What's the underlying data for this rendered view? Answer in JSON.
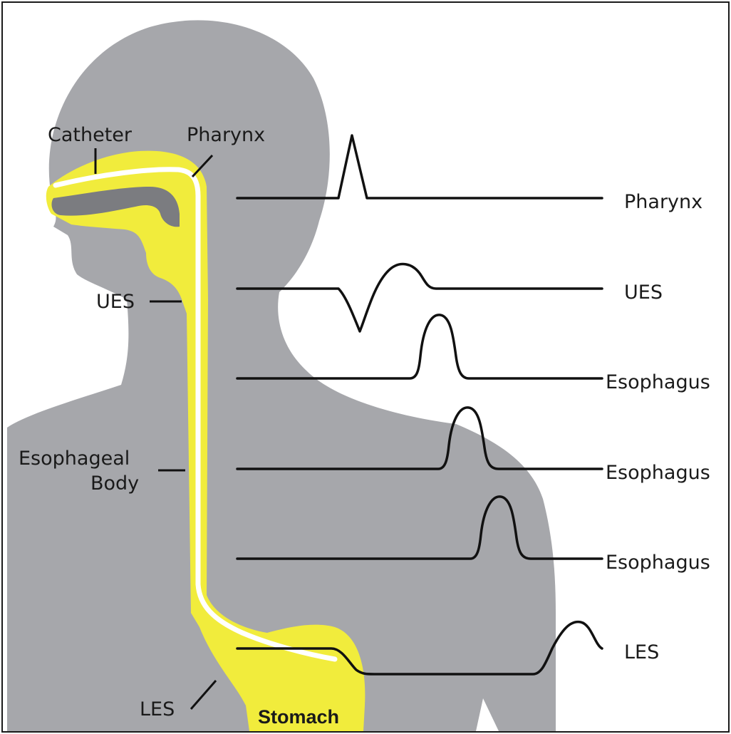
{
  "colors": {
    "body_silhouette": "#a6a7ab",
    "airway_yellow": "#f1ec3c",
    "nasal_gray": "#7b7c80",
    "catheter": "#ffffff",
    "trace": "#111111",
    "frame": "#1a1a1a"
  },
  "anatomy_labels": {
    "catheter": "Catheter",
    "pharynx": "Pharynx",
    "ues": "UES",
    "esophageal_body_line1": "Esophageal",
    "esophageal_body_line2": "Body",
    "les": "LES",
    "stomach": "Stomach"
  },
  "trace_labels": [
    "Pharynx",
    "UES",
    "Esophagus",
    "Esophagus",
    "Esophagus",
    "LES"
  ]
}
